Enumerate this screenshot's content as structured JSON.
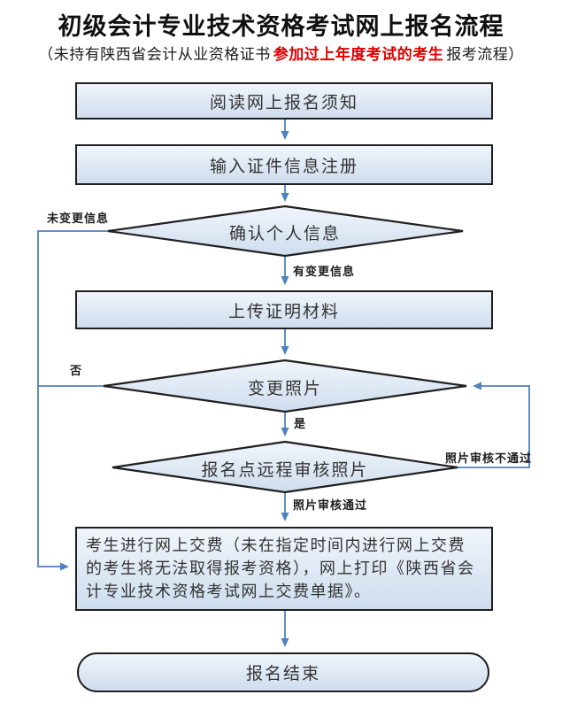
{
  "header": {
    "title": "初级会计专业技术资格考试网上报名流程",
    "subtitle_prefix": "（未持有陕西省会计从业资格证书",
    "subtitle_highlight": "参加过上年度考试的考生",
    "subtitle_suffix": "报考流程）"
  },
  "flowchart": {
    "nodes": {
      "read_notice": "阅读网上报名须知",
      "register": "输入证件信息注册",
      "confirm_info": "确认个人信息",
      "upload_materials": "上传证明材料",
      "change_photo": "变更照片",
      "remote_review": "报名点远程审核照片",
      "pay_online": "考生进行网上交费（未在指定时间内进行网上交费的考生将无法取得报考资格），网上打印《陕西省会计专业技术资格考试网上交费单据》。",
      "finish": "报名结束"
    },
    "edge_labels": {
      "no_change_info": "未变更信息",
      "has_change_info": "有变更信息",
      "no": "否",
      "yes": "是",
      "review_fail": "照片审核不通过",
      "review_pass": "照片审核通过"
    },
    "colors": {
      "arrow": "#4f81bd",
      "node_border": "#1f1f1f",
      "node_fill_top": "#f0f5fb",
      "node_fill_bottom": "#cfddee",
      "highlight_red": "#e00000"
    }
  }
}
